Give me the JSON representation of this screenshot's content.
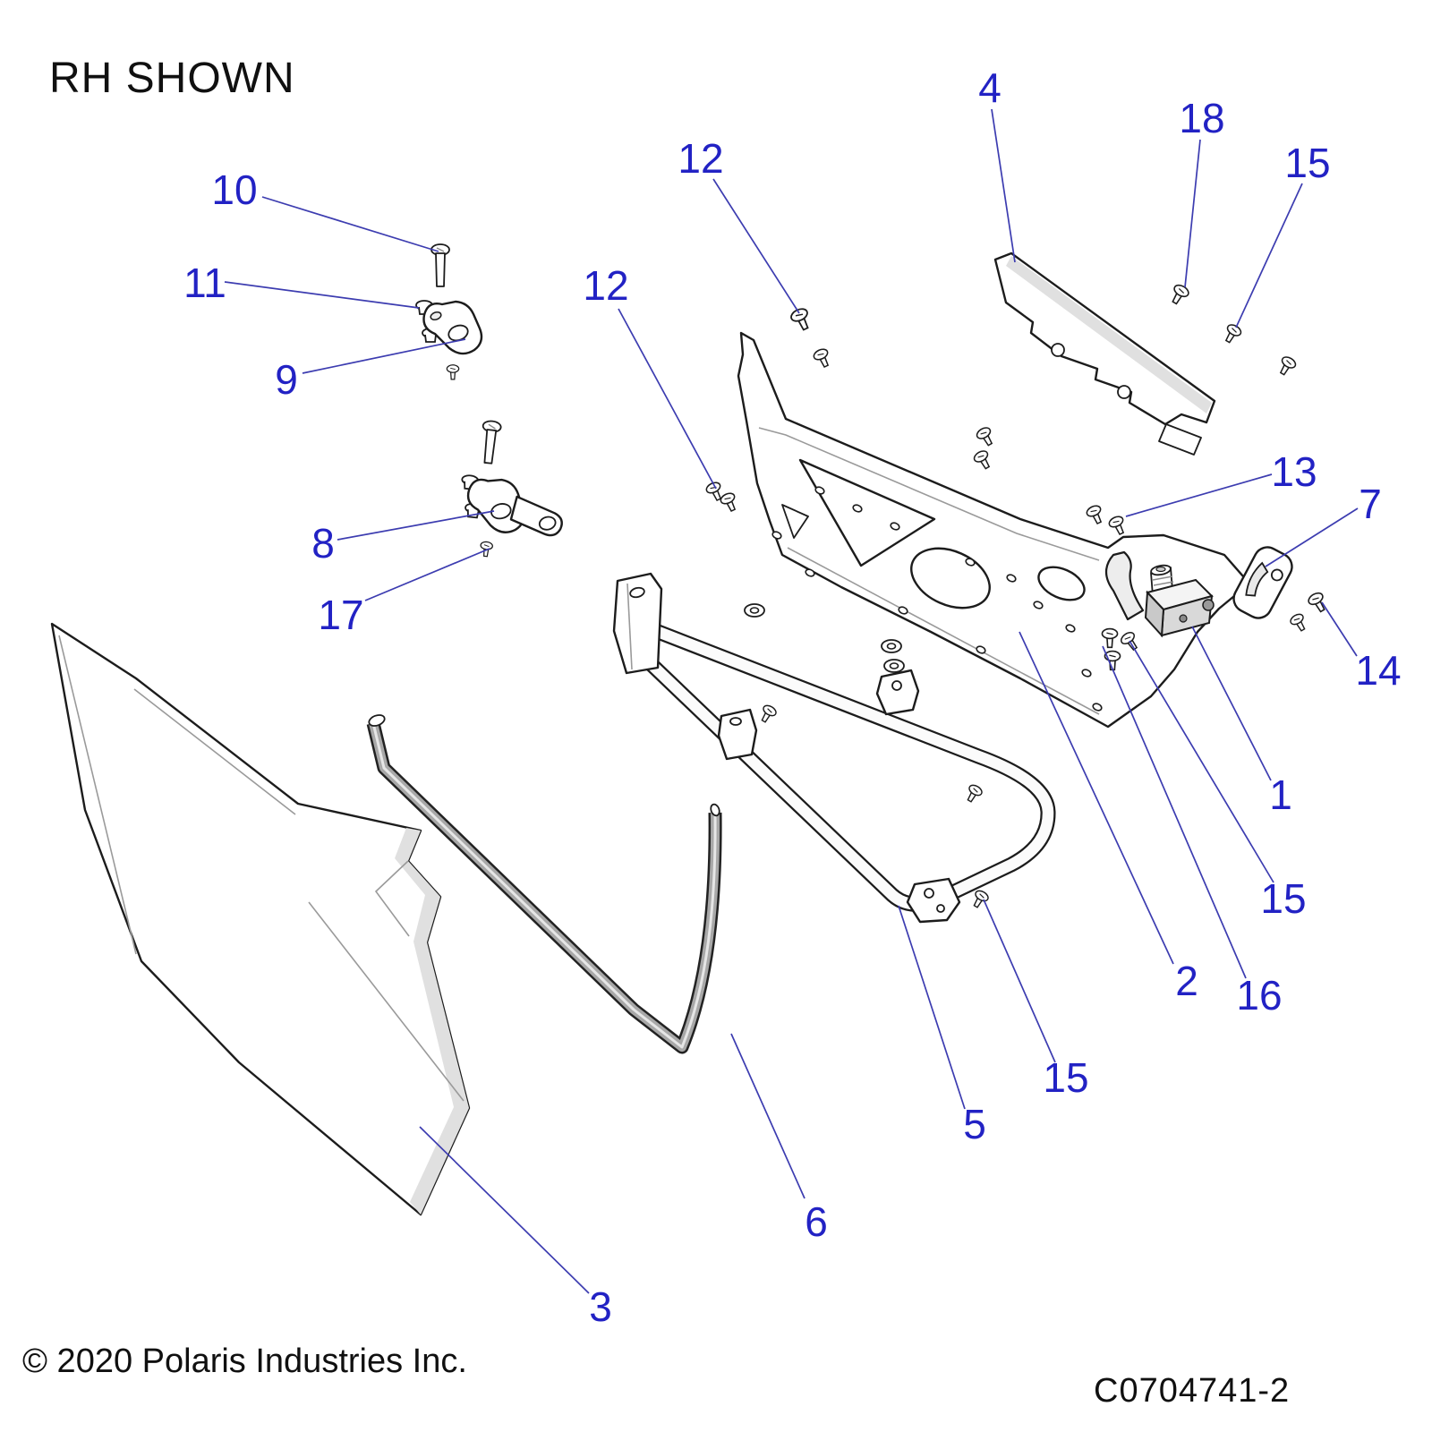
{
  "title": "RH SHOWN",
  "footer": {
    "copyright": "© 2020 Polaris Industries Inc.",
    "drawing_number": "C0704741-2"
  },
  "colors": {
    "callout_text": "#2222c4",
    "leader_line": "#3c3cb0",
    "part_outline": "#1c1c1c",
    "background": "#ffffff"
  },
  "diagram": {
    "type": "exploded-parts-view",
    "subject": "door assembly, right hand side shown"
  },
  "callouts": [
    {
      "label": "10"
    },
    {
      "label": "11"
    },
    {
      "label": "9"
    },
    {
      "label": "8"
    },
    {
      "label": "17"
    },
    {
      "label": "12"
    },
    {
      "label": "12"
    },
    {
      "label": "4"
    },
    {
      "label": "18"
    },
    {
      "label": "15"
    },
    {
      "label": "13"
    },
    {
      "label": "7"
    },
    {
      "label": "14"
    },
    {
      "label": "1"
    },
    {
      "label": "15"
    },
    {
      "label": "2"
    },
    {
      "label": "16"
    },
    {
      "label": "15"
    },
    {
      "label": "5"
    },
    {
      "label": "6"
    },
    {
      "label": "3"
    }
  ]
}
